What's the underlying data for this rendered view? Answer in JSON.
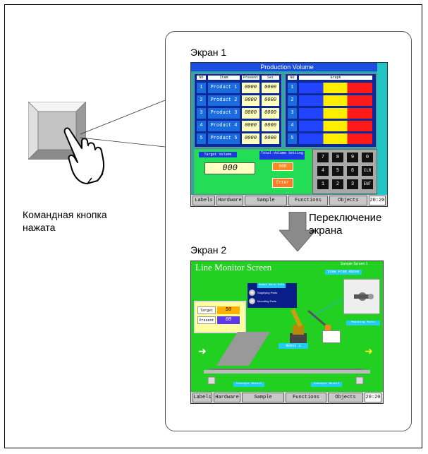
{
  "left": {
    "button_caption_line1": "Командная кнопка",
    "button_caption_line2": "нажата"
  },
  "arrow": {
    "caption_line1": "Переключение",
    "caption_line2": "экрана"
  },
  "screen1": {
    "label": "Экран 1",
    "title": "Production Volume",
    "table_headers": [
      "NO",
      "Item",
      "Present",
      "Set"
    ],
    "graph_headers": [
      "NO",
      "Graph"
    ],
    "rows": [
      {
        "no": "1",
        "item": "Product 1",
        "present": "0000",
        "set": "0000"
      },
      {
        "no": "2",
        "item": "Product 2",
        "present": "0000",
        "set": "0000"
      },
      {
        "no": "3",
        "item": "Product 3",
        "present": "0000",
        "set": "0000"
      },
      {
        "no": "4",
        "item": "Product 4",
        "present": "0000",
        "set": "0000"
      },
      {
        "no": "5",
        "item": "Product 5",
        "present": "0000",
        "set": "0000"
      }
    ],
    "target_volume_label": "Target Volume",
    "target_value": "000",
    "total_volume_setting_label": "Total Volume Setting",
    "total_value": "000",
    "enter_label": "Enter",
    "keypad": [
      "7",
      "8",
      "9",
      "0",
      "4",
      "5",
      "6",
      "CLR",
      "1",
      "2",
      "3",
      "ENT"
    ],
    "footer_tabs": [
      "Labels",
      "Hardware",
      "Sample Screens",
      "Functions",
      "Objects"
    ],
    "clock": "20:20"
  },
  "screen2": {
    "label": "Экран 2",
    "title": "Line Monitor Screen",
    "subtitle": "Sample Screen 1",
    "view_from_above": "View From Above",
    "robot_work_info": "Robot Work Info",
    "supplying_parts": "Supplying Parts",
    "mounting_parts": "Mounting Parts",
    "target_label": "Target",
    "target_value": "50",
    "present_label": "Present",
    "present_value": "00",
    "mounting_parts_tag": "Mounting Parts",
    "robot_label": "Robot 1",
    "conveyor_1": "Conveyor Motor1",
    "conveyor_2": "Conveyor Motor2",
    "footer_tabs": [
      "Labels",
      "Hardware",
      "Sample Screens",
      "Functions",
      "Objects"
    ],
    "clock": "20:20"
  }
}
